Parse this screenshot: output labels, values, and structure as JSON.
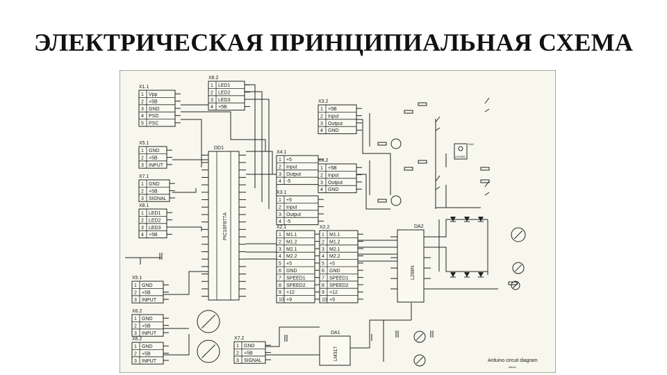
{
  "title": "ЭЛЕКТРИЧЕСКАЯ ПРИНЦИПИАЛЬНАЯ СХЕМА",
  "colors": {
    "paper": "#f7f7ee",
    "ink": "#222222"
  },
  "connectors": [
    {
      "ref": "X1.1",
      "pins": [
        "Vpp",
        "+5B",
        "GND",
        "PSD",
        "PSC"
      ]
    },
    {
      "ref": "X8.2",
      "pins": [
        "LED1",
        "LED2",
        "LED3",
        "+5B"
      ]
    },
    {
      "ref": "X5.1",
      "pins": [
        "GND",
        "+5B",
        "INPUT"
      ]
    },
    {
      "ref": "X7.1",
      "pins": [
        "GND",
        "+5B",
        "SIGNAL"
      ]
    },
    {
      "ref": "X8.1",
      "pins": [
        "LED1",
        "LED2",
        "LED3",
        "+5B"
      ]
    },
    {
      "ref": "X3.2",
      "pins": [
        "+5B",
        "Input",
        "Output",
        "GND"
      ]
    },
    {
      "ref": "X4.1",
      "pins": [
        "+5",
        "Input",
        "Output",
        "-5"
      ]
    },
    {
      "ref": "X4.2",
      "pins": [
        "+5B",
        "Input",
        "Output",
        "GND"
      ]
    },
    {
      "ref": "X3.1",
      "pins": [
        "+5",
        "Input",
        "Output",
        "-5"
      ]
    },
    {
      "ref": "X2.1",
      "pins": [
        "M1.1",
        "M1.2",
        "M2.1",
        "M2.2",
        "+5",
        "GND",
        "SPEED1",
        "SPEED2",
        "+12",
        "+9"
      ]
    },
    {
      "ref": "X2.2",
      "pins": [
        "M1.1",
        "M1.2",
        "M2.1",
        "M2.2",
        "+5",
        "GND",
        "SPEED1",
        "SPEED2",
        "+12",
        "+9"
      ]
    },
    {
      "ref": "X5.1",
      "pins": [
        "GND",
        "+5B",
        "INPUT"
      ]
    },
    {
      "ref": "X6.2",
      "pins": [
        "GND",
        "+5B",
        "INPUT"
      ]
    },
    {
      "ref": "X6.2",
      "pins": [
        "GND",
        "+5B",
        "INPUT"
      ]
    },
    {
      "ref": "X7.2",
      "pins": [
        "GND",
        "+5B",
        "SIGNAL"
      ]
    }
  ],
  "chips": {
    "mcu": {
      "ref": "DD1",
      "name": "PIC16F877A"
    },
    "driver": {
      "ref": "DA2",
      "name": "L298N"
    },
    "regulator": {
      "ref": "DA1",
      "name": "LM317"
    },
    "sensor": {
      "ref": "DA3",
      "name": "LM7805"
    }
  },
  "stamp": {
    "line1": "Arduino circuit diagram",
    "line2": "Alex/c"
  }
}
